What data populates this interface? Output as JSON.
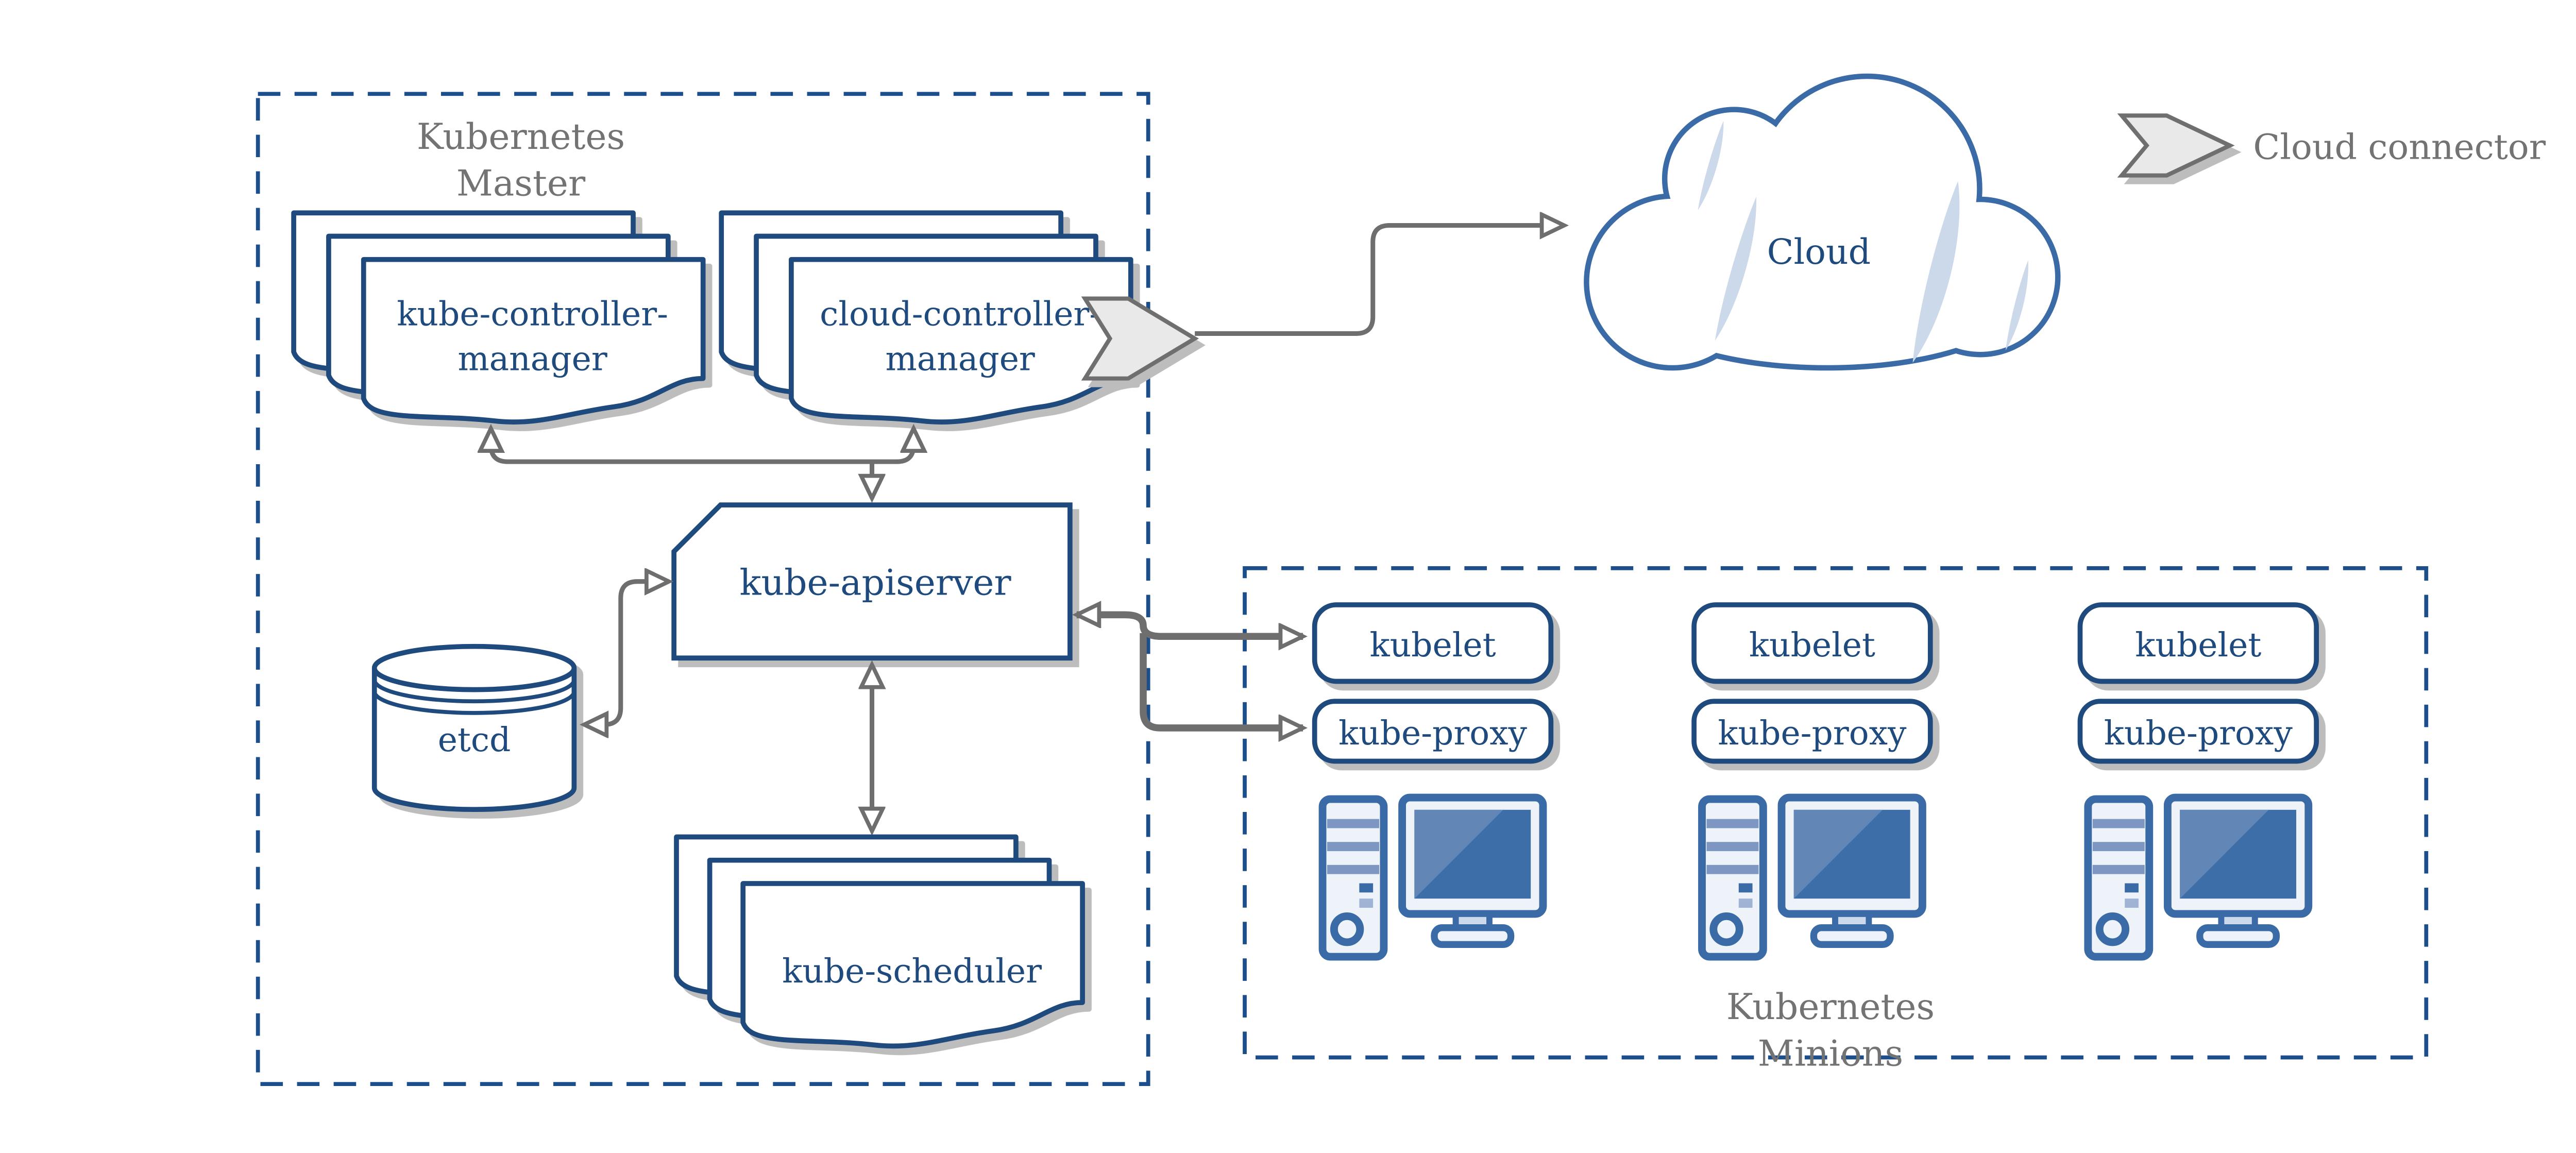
{
  "colors": {
    "navy": "#1f4a7d",
    "steel_blue": "#3a6ba6",
    "dashed_border": "#1d4e8c",
    "arrow_gray": "#6e6e6e",
    "text_gray": "#737373",
    "shadow_gray": "#bdbdbd",
    "chevron_fill": "#e9e9e9",
    "screen_blue": "#3e6ea8",
    "accent_light_blue": "#ccd9ea"
  },
  "master": {
    "label_line1": "Kubernetes",
    "label_line2": "Master",
    "kube_controller_manager": {
      "line1": "kube-controller-",
      "line2": "manager",
      "icon": "document-stack-icon"
    },
    "cloud_controller_manager": {
      "line1": "cloud-controller-",
      "line2": "manager",
      "icon": "document-stack-icon"
    },
    "kube_apiserver": "kube-apiserver",
    "etcd": "etcd",
    "kube_scheduler": "kube-scheduler"
  },
  "cloud": {
    "label": "Cloud",
    "icon": "cloud-icon"
  },
  "legend": {
    "label": "Cloud connector",
    "icon": "cloud-connector-chevron-icon"
  },
  "minions": {
    "label_line1": "Kubernetes",
    "label_line2": "Minions",
    "nodes": [
      {
        "kubelet": "kubelet",
        "kube_proxy": "kube-proxy",
        "icon": "workstation-icon"
      },
      {
        "kubelet": "kubelet",
        "kube_proxy": "kube-proxy",
        "icon": "workstation-icon"
      },
      {
        "kubelet": "kubelet",
        "kube_proxy": "kube-proxy",
        "icon": "workstation-icon"
      }
    ]
  }
}
